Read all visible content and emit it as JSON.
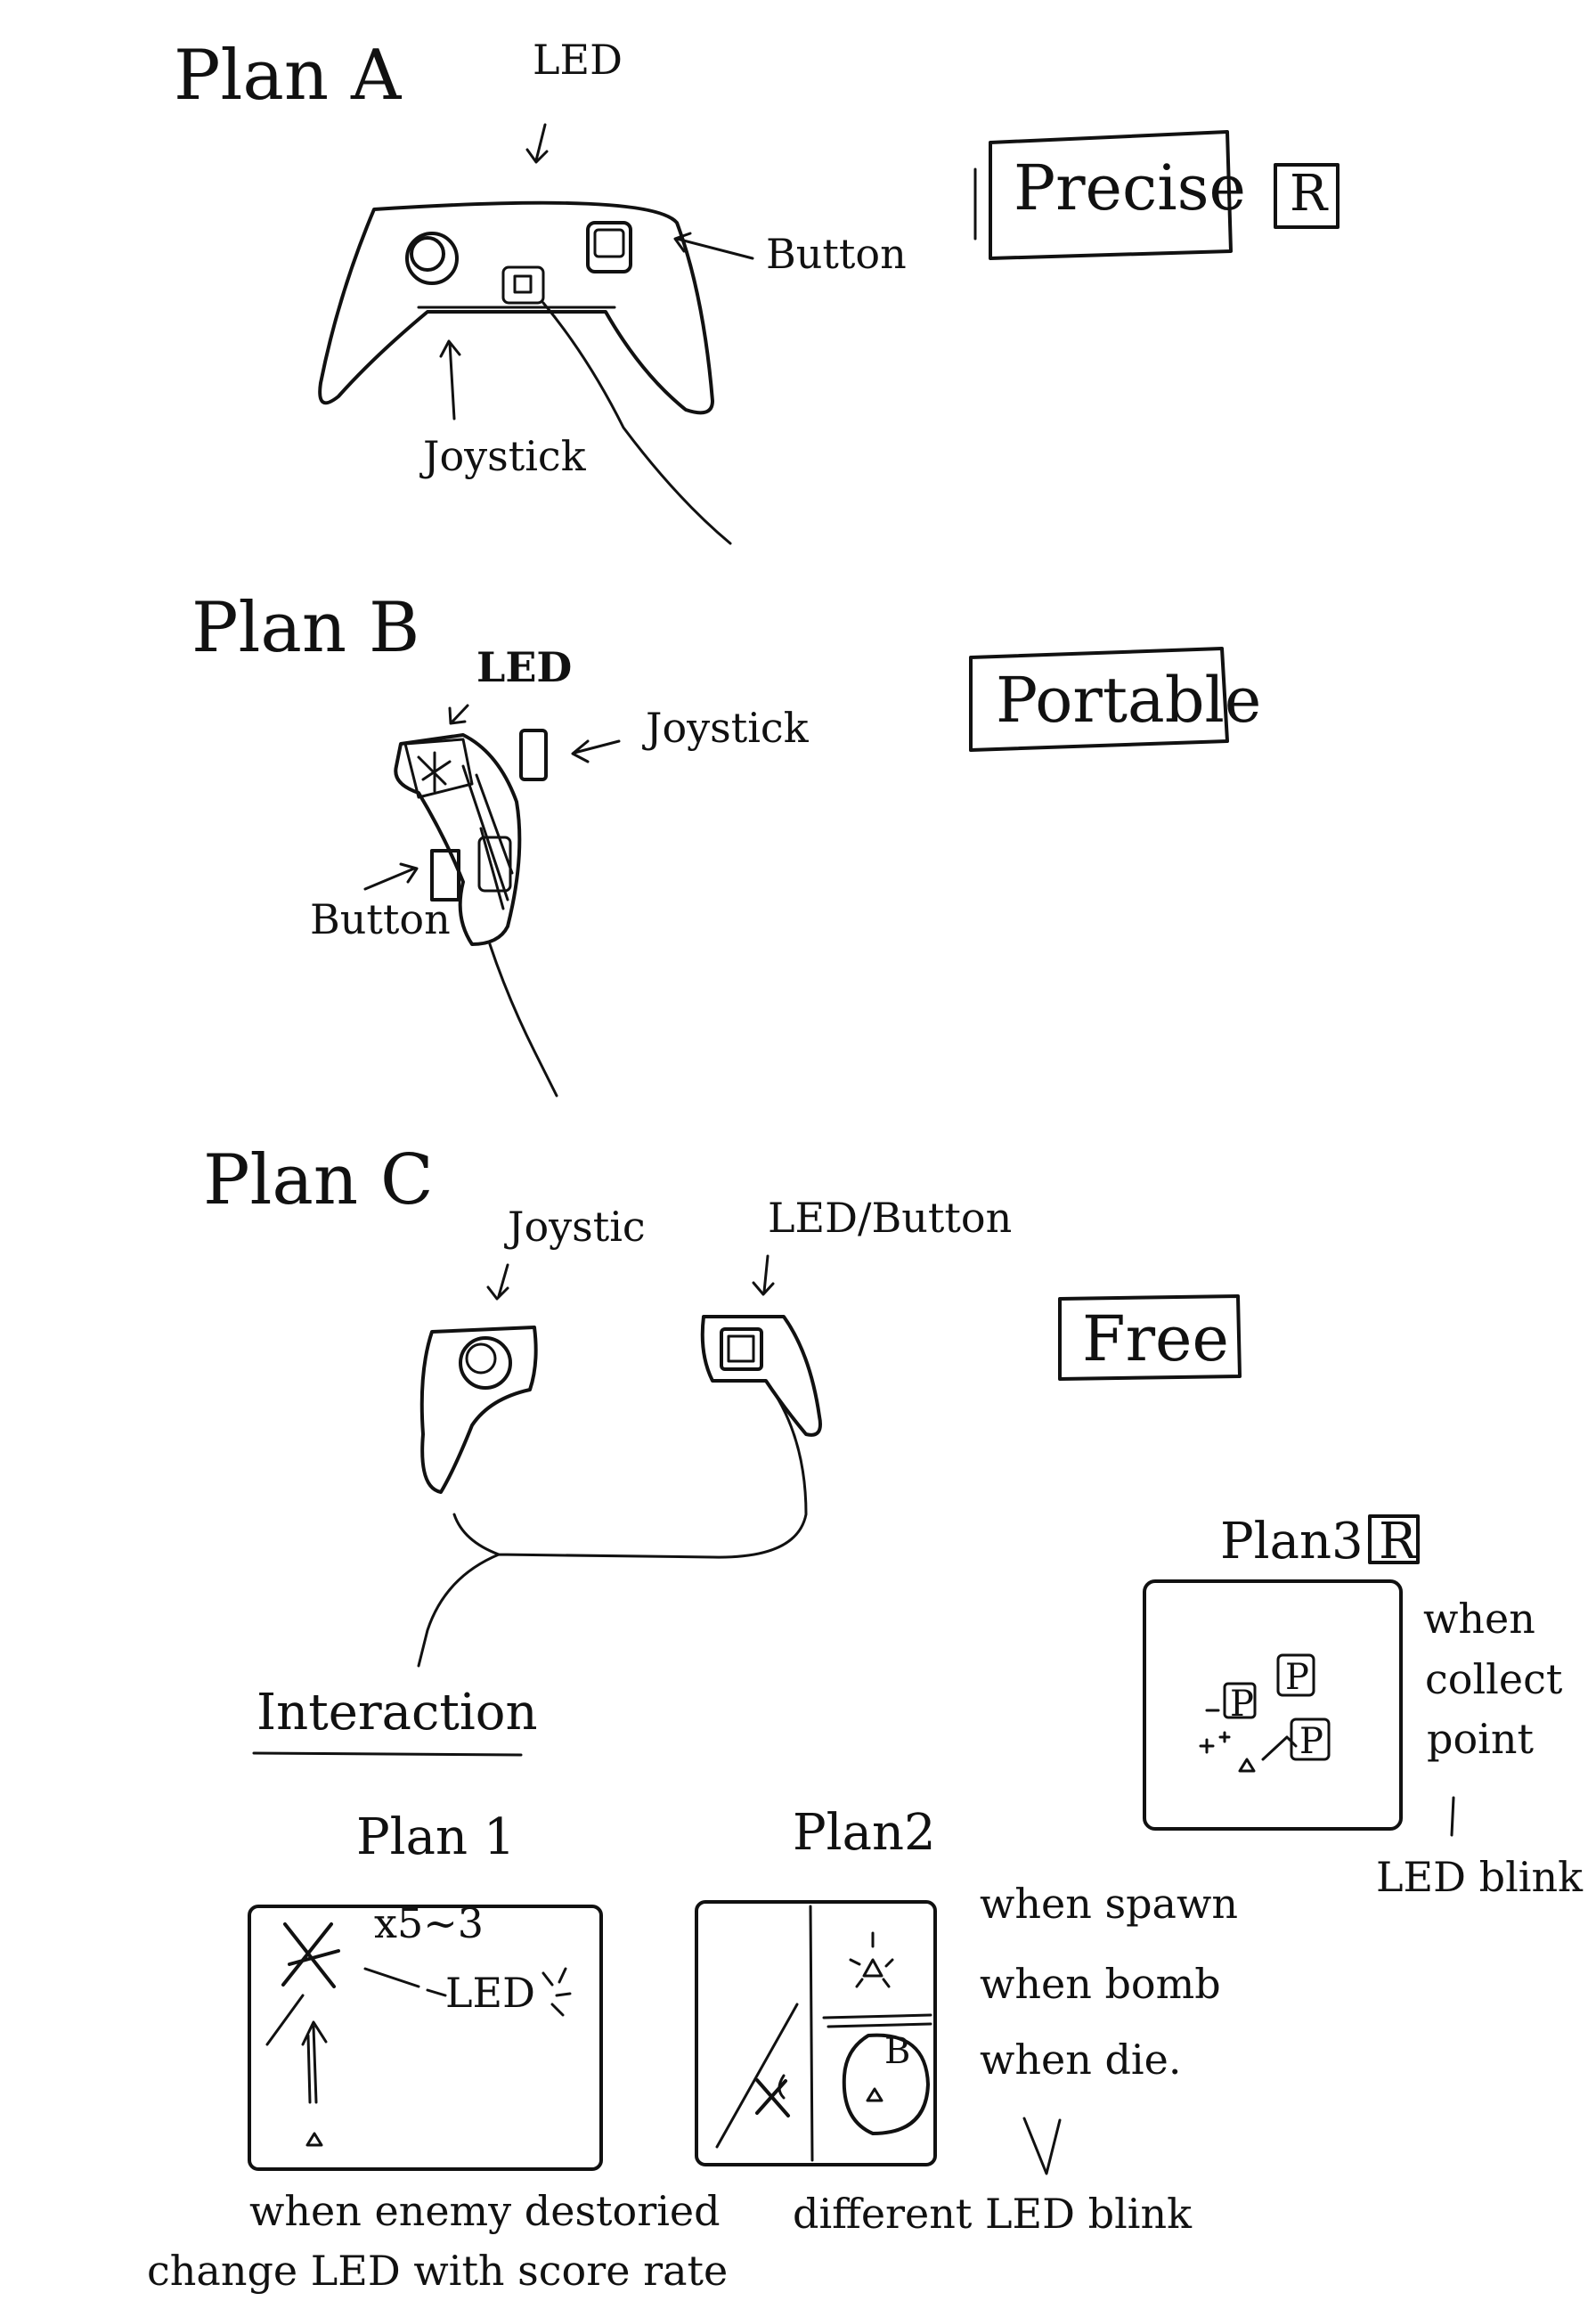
{
  "plan_a": {
    "title": "Plan A",
    "led": "LED",
    "button": "Button",
    "joystick": "Joystick",
    "tag": "Precise",
    "badge": "R"
  },
  "plan_b": {
    "title": "Plan B",
    "led": "LED",
    "joystick": "Joystick",
    "button": "Button",
    "tag": "Portable"
  },
  "plan_c": {
    "title": "Plan C",
    "joystick": "Joystic",
    "led_button": "LED/Button",
    "tag": "Free"
  },
  "interaction": {
    "heading": "Interaction",
    "plan1": {
      "title": "Plan 1",
      "multiplier": "x5~3",
      "led": "LED",
      "caption_line1": "when enemy destoried",
      "caption_line2": "change LED with score rate"
    },
    "plan2": {
      "title": "Plan2",
      "bomb_letter": "B",
      "events": [
        "when spawn",
        "when bomb",
        "when die."
      ],
      "caption": "different LED blink"
    },
    "plan3": {
      "title": "Plan3",
      "badge": "R",
      "point_letter": "P",
      "note_line1": "when",
      "note_line2": "collect",
      "note_line3": "point",
      "note_line4": "LED blink"
    }
  }
}
